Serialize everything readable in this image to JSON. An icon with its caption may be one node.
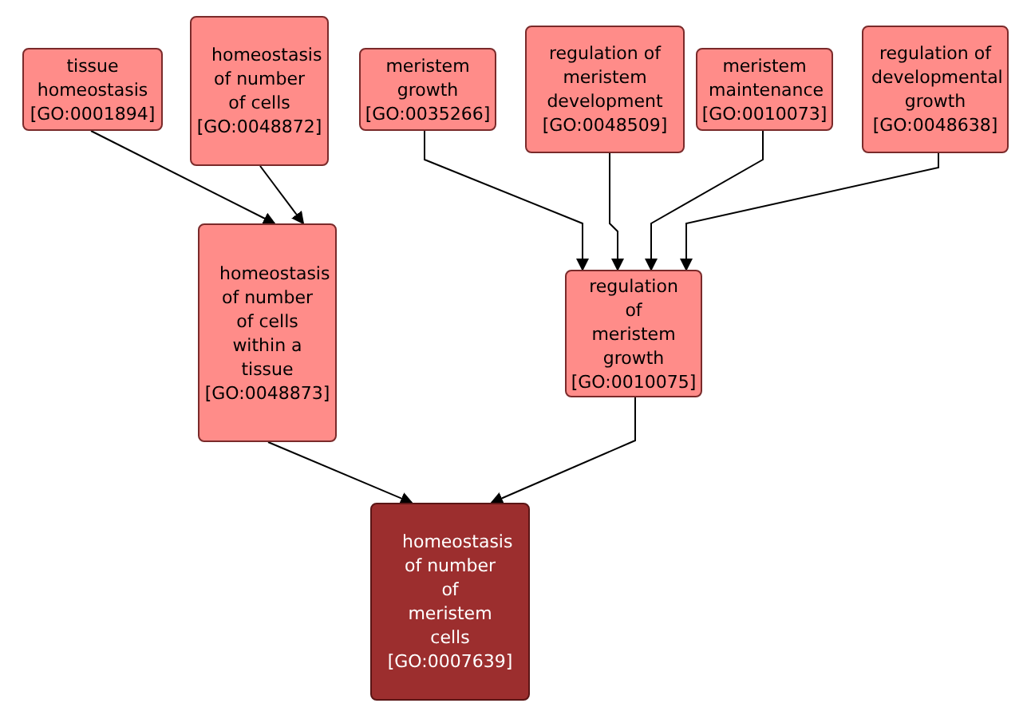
{
  "diagram": {
    "nodes": [
      {
        "text": [
          "tissue homeostasis",
          "[GO:0001894]"
        ]
      },
      {
        "text": [
          "homeostasis of number of cells",
          "[GO:0048872]"
        ]
      },
      {
        "text": [
          "meristem growth",
          "[GO:0035266]"
        ]
      },
      {
        "text": [
          "regulation of meristem development",
          "[GO:0048509]"
        ]
      },
      {
        "text": [
          "meristem maintenance",
          "[GO:0010073]"
        ]
      },
      {
        "text": [
          "regulation of developmental growth",
          "[GO:0048638]"
        ]
      },
      {
        "text": [
          "homeostasis of number of cells within a tissue",
          "[GO:0048873]"
        ]
      },
      {
        "text": [
          "regulation of meristem growth",
          "[GO:0010075]"
        ]
      },
      {
        "text": [
          "homeostasis of number of meristem cells",
          "[GO:0007639]"
        ]
      }
    ],
    "edges": [
      {
        "from": 0,
        "to": 6,
        "arrow": "to"
      },
      {
        "from": 1,
        "to": 6,
        "arrow": "to"
      },
      {
        "from": 2,
        "to": 7,
        "arrow": "to"
      },
      {
        "from": 3,
        "to": 7,
        "arrow": "to"
      },
      {
        "from": 4,
        "to": 7,
        "arrow": "to"
      },
      {
        "from": 5,
        "to": 7,
        "arrow": "to"
      },
      {
        "from": 6,
        "to": 8,
        "arrow": "to"
      },
      {
        "from": 7,
        "to": 8,
        "arrow": "to"
      }
    ]
  }
}
